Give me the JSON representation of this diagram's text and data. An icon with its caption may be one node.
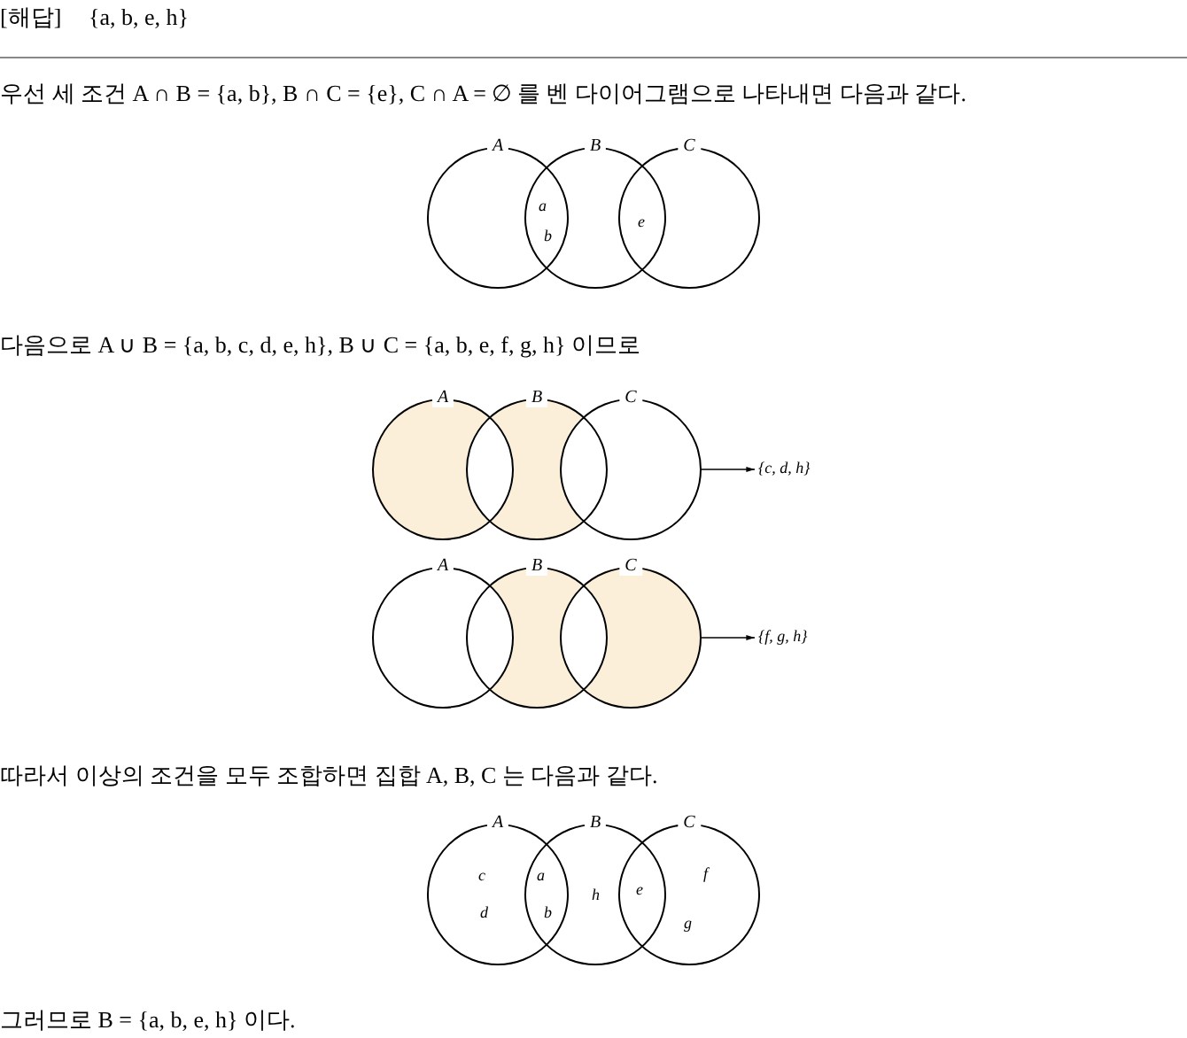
{
  "diagram": {
    "nodes": [
      {
        "text": [
          "A"
        ]
      },
      {
        "text": [
          "B"
        ]
      },
      {
        "text": [
          "C"
        ]
      },
      {
        "text": [
          "A"
        ]
      },
      {
        "text": [
          "B"
        ]
      },
      {
        "text": [
          "C"
        ]
      },
      {
        "text": [
          "{c, d, h}"
        ]
      },
      {
        "text": [
          "A"
        ]
      },
      {
        "text": [
          "B"
        ]
      },
      {
        "text": [
          "C"
        ]
      },
      {
        "text": [
          "{f, g, h}"
        ]
      },
      {
        "text": [
          "A"
        ]
      },
      {
        "text": [
          "B"
        ]
      },
      {
        "text": [
          "C"
        ]
      }
    ],
    "edges": [
      {
        "from": 5,
        "to": 6,
        "arrow": "to"
      },
      {
        "from": 9,
        "to": 10,
        "arrow": "to"
      }
    ],
    "labels": [
      "[해답]",
      "{a, b, e, h}",
      "우선 세 조건 A ∩ B = {a, b}, B ∩ C = {e}, C ∩ A = ∅ 를 벤 다이어그램으로 나타내면 다음과 같다.",
      "a",
      "b",
      "e",
      "다음으로 A ∪ B = {a, b, c, d, e, h}, B ∪ C = {a, b, e, f, g, h} 이므로",
      "따라서 이상의 조건을 모두 조합하면 집합 A, B, C 는 다음과 같다.",
      "c",
      "d",
      "a",
      "b",
      "h",
      "e",
      "f",
      "g",
      "그러므로 B = {a, b, e, h} 이다."
    ]
  }
}
